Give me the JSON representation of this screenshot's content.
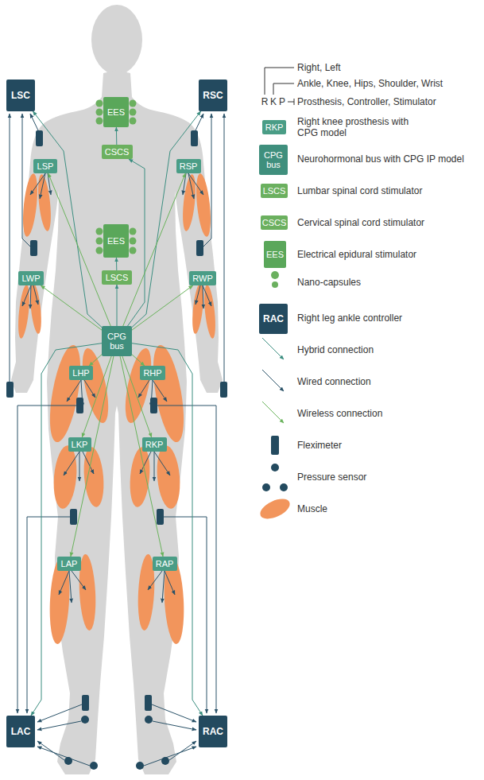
{
  "diagram": {
    "nodes": [
      {
        "text": [
          "LSC"
        ]
      },
      {
        "text": [
          "EES"
        ]
      },
      {
        "text": [
          "RSC"
        ]
      },
      {
        "text": [
          "CSCS"
        ]
      },
      {
        "text": [
          "LSP"
        ]
      },
      {
        "text": [
          "RSP"
        ]
      },
      {
        "text": [
          "EES"
        ]
      },
      {
        "text": [
          "LWP"
        ]
      },
      {
        "text": [
          "LSCS"
        ]
      },
      {
        "text": [
          "RWP"
        ]
      },
      {
        "text": [
          "CPG bus"
        ]
      },
      {
        "text": [
          "LHP"
        ]
      },
      {
        "text": [
          "RHP"
        ]
      },
      {
        "text": [
          "LKP"
        ]
      },
      {
        "text": [
          "RKP"
        ]
      },
      {
        "text": [
          "LAP"
        ]
      },
      {
        "text": [
          "RAP"
        ]
      },
      {
        "text": [
          "LAC"
        ]
      },
      {
        "text": [
          "RAC"
        ]
      }
    ],
    "edges": [
      {
        "from": 10,
        "to": 0,
        "arrow": "to"
      },
      {
        "from": 10,
        "to": 2,
        "arrow": "to"
      },
      {
        "from": 10,
        "to": 17,
        "arrow": "to"
      },
      {
        "from": 10,
        "to": 18,
        "arrow": "to"
      },
      {
        "from": 10,
        "to": 3,
        "arrow": "to"
      },
      {
        "from": 3,
        "to": 1,
        "arrow": "to"
      },
      {
        "from": 10,
        "to": 8,
        "arrow": "to"
      },
      {
        "from": 8,
        "to": 6,
        "arrow": "to"
      },
      {
        "from": 10,
        "to": 4,
        "arrow": "to"
      },
      {
        "from": 10,
        "to": 5,
        "arrow": "to"
      },
      {
        "from": 10,
        "to": 7,
        "arrow": "to"
      },
      {
        "from": 10,
        "to": 9,
        "arrow": "to"
      },
      {
        "from": 10,
        "to": 11,
        "arrow": "to"
      },
      {
        "from": 10,
        "to": 12,
        "arrow": "to"
      },
      {
        "from": 10,
        "to": 13,
        "arrow": "to"
      },
      {
        "from": 10,
        "to": 14,
        "arrow": "to"
      },
      {
        "from": 10,
        "to": 15,
        "arrow": "to"
      },
      {
        "from": 10,
        "to": 16,
        "arrow": "to"
      }
    ],
    "labels": [
      "R",
      "K",
      "P",
      "RKP",
      "CPG bus",
      "LSCS",
      "CSCS",
      "EES",
      "RAC"
    ],
    "legend": [
      {
        "text": "Right, Left"
      },
      {
        "text": "Ankle, Knee, Hips, Shoulder, Wrist"
      },
      {
        "text": "Prosthesis, Controller, Stimulator"
      },
      {
        "text": "Right knee prosthesis with CPG model",
        "color": "#4a9d86"
      },
      {
        "text": "Neurohormonal bus with CPG IP model",
        "color": "#3f8f7d"
      },
      {
        "text": "Lumbar spinal cord stimulator",
        "color": "#6bb05f"
      },
      {
        "text": "Cervical spinal cord stimulator",
        "color": "#6bb05f"
      },
      {
        "text": "Electrical epidural stimulator",
        "color": "#5aa75a"
      },
      {
        "text": "Nano-capsules"
      },
      {
        "text": "Right leg ankle controller",
        "color": "#234a5f"
      },
      {
        "text": "Hybrid connection"
      },
      {
        "text": "Wired connection"
      },
      {
        "text": "Wireless connection"
      },
      {
        "text": "Fleximeter",
        "color": "#234a5f"
      },
      {
        "text": "Pressure sensor"
      },
      {
        "text": "Muscle",
        "color": "#f2955c"
      }
    ]
  }
}
